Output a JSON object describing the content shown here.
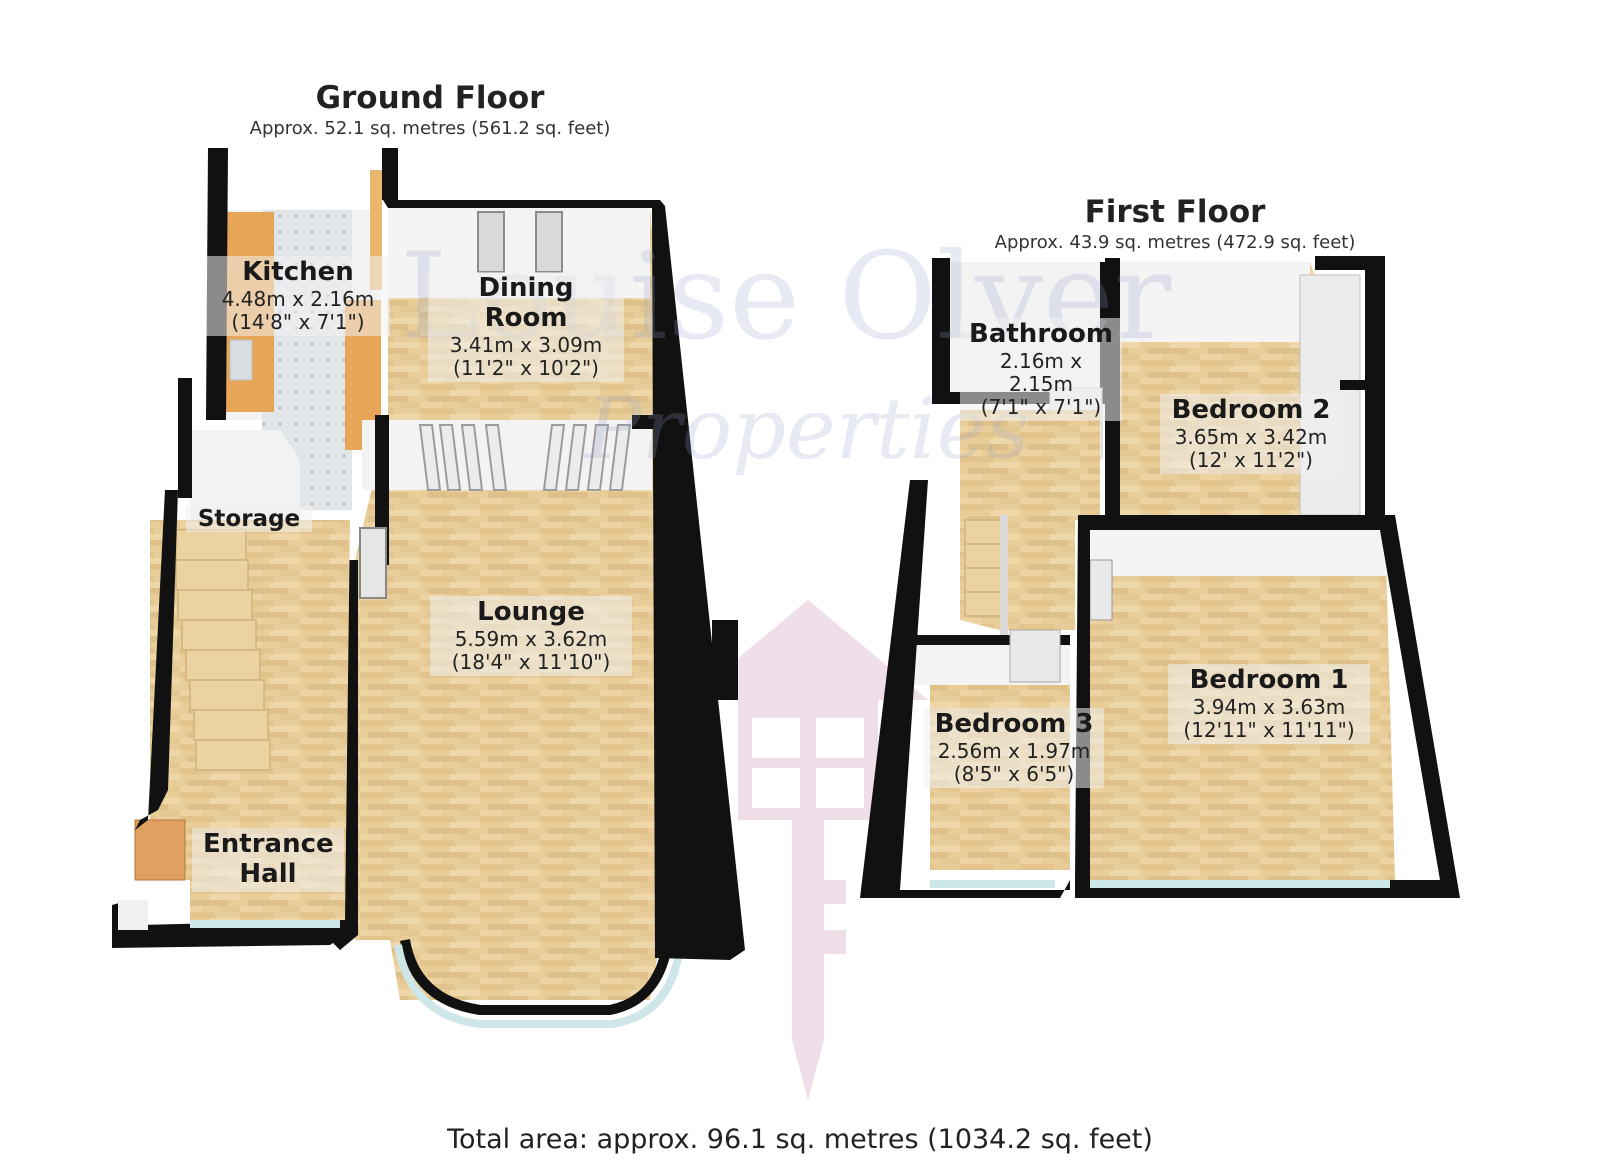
{
  "watermark": {
    "line1": "Louise Olver",
    "line2": "Properties"
  },
  "ground_floor": {
    "title": "Ground Floor",
    "area": "Approx. 52.1 sq. metres (561.2 sq. feet)",
    "rooms": [
      {
        "name": "Kitchen",
        "metric": "4.48m x 2.16m",
        "imperial": "(14'8\" x 7'1\")"
      },
      {
        "name": "Dining Room",
        "metric": "3.41m x 3.09m",
        "imperial": "(11'2\" x 10'2\")"
      },
      {
        "name": "Storage"
      },
      {
        "name": "Lounge",
        "metric": "5.59m x 3.62m",
        "imperial": "(18'4\" x 11'10\")"
      },
      {
        "name": "Entrance Hall"
      }
    ]
  },
  "first_floor": {
    "title": "First Floor",
    "area": "Approx. 43.9 sq. metres (472.9 sq. feet)",
    "rooms": [
      {
        "name": "Bathroom",
        "metric": "2.16m x 2.15m",
        "imperial": "(7'1\" x 7'1\")"
      },
      {
        "name": "Bedroom 2",
        "metric": "3.65m x 3.42m",
        "imperial": "(12' x 11'2\")"
      },
      {
        "name": "Bedroom 1",
        "metric": "3.94m x 3.63m",
        "imperial": "(12'11\" x 11'11\")"
      },
      {
        "name": "Bedroom 3",
        "metric": "2.56m x 1.97m",
        "imperial": "(8'5\" x 6'5\")"
      }
    ]
  },
  "total_area": "Total area: approx. 96.1 sq. metres (1034.2 sq. feet)",
  "colors": {
    "wall": "#111111",
    "floor_wood": "#e9cf9c",
    "floor_wood_dark": "#dcbb80",
    "kitchen_tile": "#dfe3e6",
    "worktop": "#e6a557",
    "wall_face": "#f4f4f4",
    "glass": "#cfe6e8",
    "brand_house": "#d8b8cc"
  }
}
